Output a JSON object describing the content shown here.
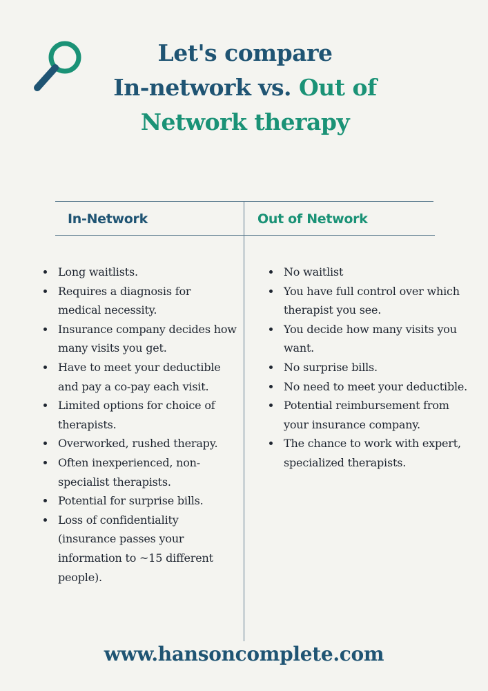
{
  "title": {
    "line1": "Let's compare",
    "line2_part1": "In-network vs. ",
    "line2_part2": "Out of",
    "line3": "Network therapy"
  },
  "columns": {
    "left_header": "In-Network",
    "right_header": "Out of Network"
  },
  "in_network": [
    "Long waitlists.",
    "Requires a diagnosis for medical necessity.",
    "Insurance company decides how many visits you get.",
    "Have to meet your deductible and pay a co-pay each visit.",
    "Limited options for choice of therapists.",
    "Overworked, rushed therapy.",
    "Often inexperienced, non-specialist therapists.",
    "Potential for surprise bills.",
    "Loss of confidentiality (insurance passes your information to ~15 different people)."
  ],
  "out_of_network": [
    "No waitlist",
    "You have full control over which therapist you see.",
    "You decide how many visits you want.",
    "No surprise bills.",
    "No need to meet your deductible.",
    "Potential reimbursement from your insurance company.",
    "The chance to work with expert, specialized therapists."
  ],
  "footer": {
    "url": "www.hansoncomplete.com"
  },
  "colors": {
    "dark_blue": "#1f5473",
    "green": "#1a9276",
    "background": "#f4f4f0"
  },
  "icons": {
    "header_icon": "magnifying-glass-icon"
  }
}
